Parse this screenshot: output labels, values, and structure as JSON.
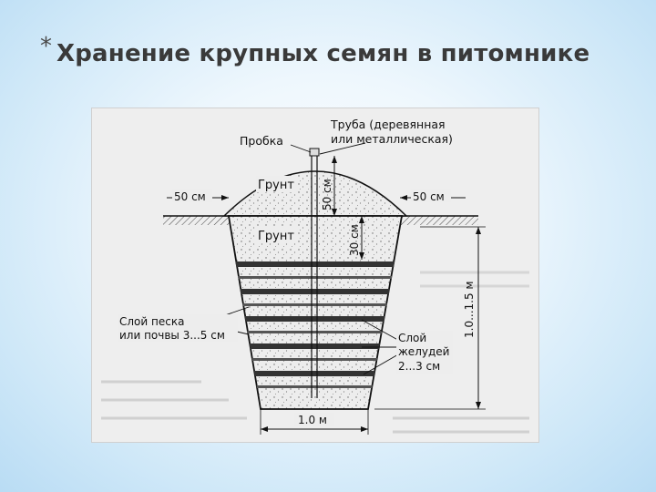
{
  "slide": {
    "bullet": "*",
    "title": "Хранение крупных семян в питомнике"
  },
  "diagram": {
    "labels": {
      "probka": "Пробка",
      "truba_line1": "Труба (деревянная",
      "truba_line2": "или металлическая)",
      "grunt_top": "Грунт",
      "grunt_mid": "Грунт",
      "side_left": "50 см",
      "side_right": "50 см",
      "mound_height": "50 см",
      "grunt_depth": "30 см",
      "pit_depth": "1.0...1.5 м",
      "sand_line1": "Слой песка",
      "sand_line2": "или почвы 3...5 см",
      "acorn_line1": "Слой",
      "acorn_line2": "желудей",
      "acorn_line3": "2...3 см",
      "bottom_width": "1.0 м"
    }
  }
}
